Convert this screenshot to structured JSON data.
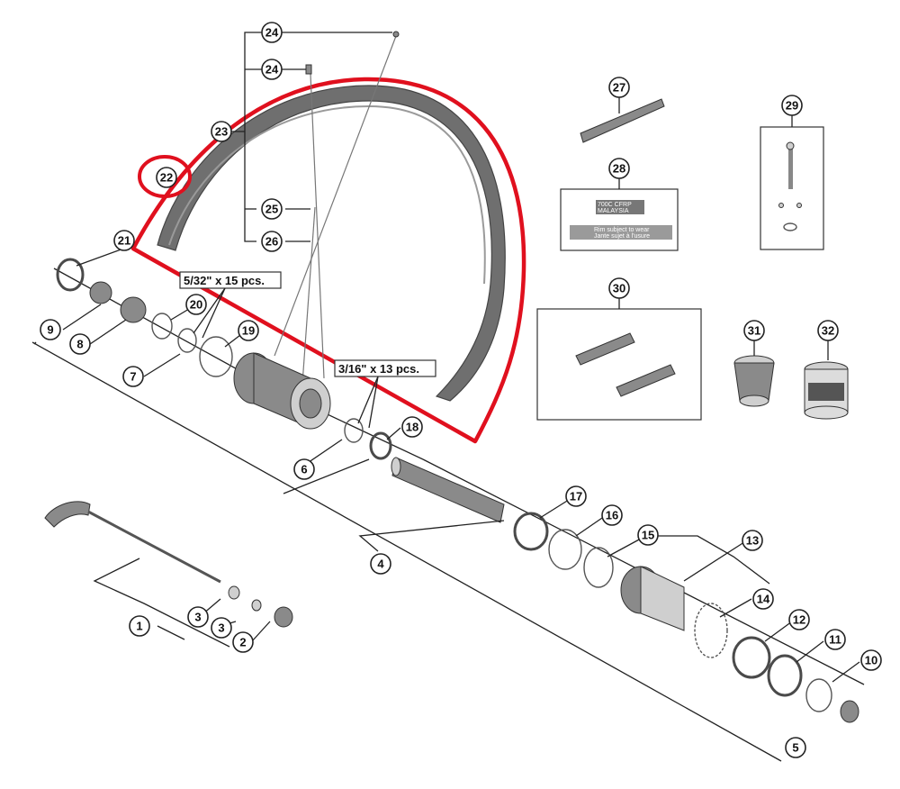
{
  "callouts": [
    "1",
    "2",
    "3",
    "3",
    "4",
    "5",
    "6",
    "7",
    "8",
    "9",
    "10",
    "11",
    "12",
    "13",
    "14",
    "15",
    "16",
    "17",
    "18",
    "19",
    "20",
    "21",
    "22",
    "23",
    "24",
    "24",
    "25",
    "26",
    "27",
    "28",
    "29",
    "30",
    "31",
    "32"
  ],
  "qty_labels": {
    "ball_left": "5/32\" x 15 pcs.",
    "ball_right": "3/16\" x 13 pcs."
  },
  "sticker": {
    "line1": "700C CFRP",
    "line2": "MALAYSIA",
    "line3": "Rim subject to wear",
    "line4": "Jante sujet à l'usure"
  },
  "colors": {
    "highlight": "#e0101e",
    "lines": "#222222",
    "rim": "#6f6f6f"
  }
}
